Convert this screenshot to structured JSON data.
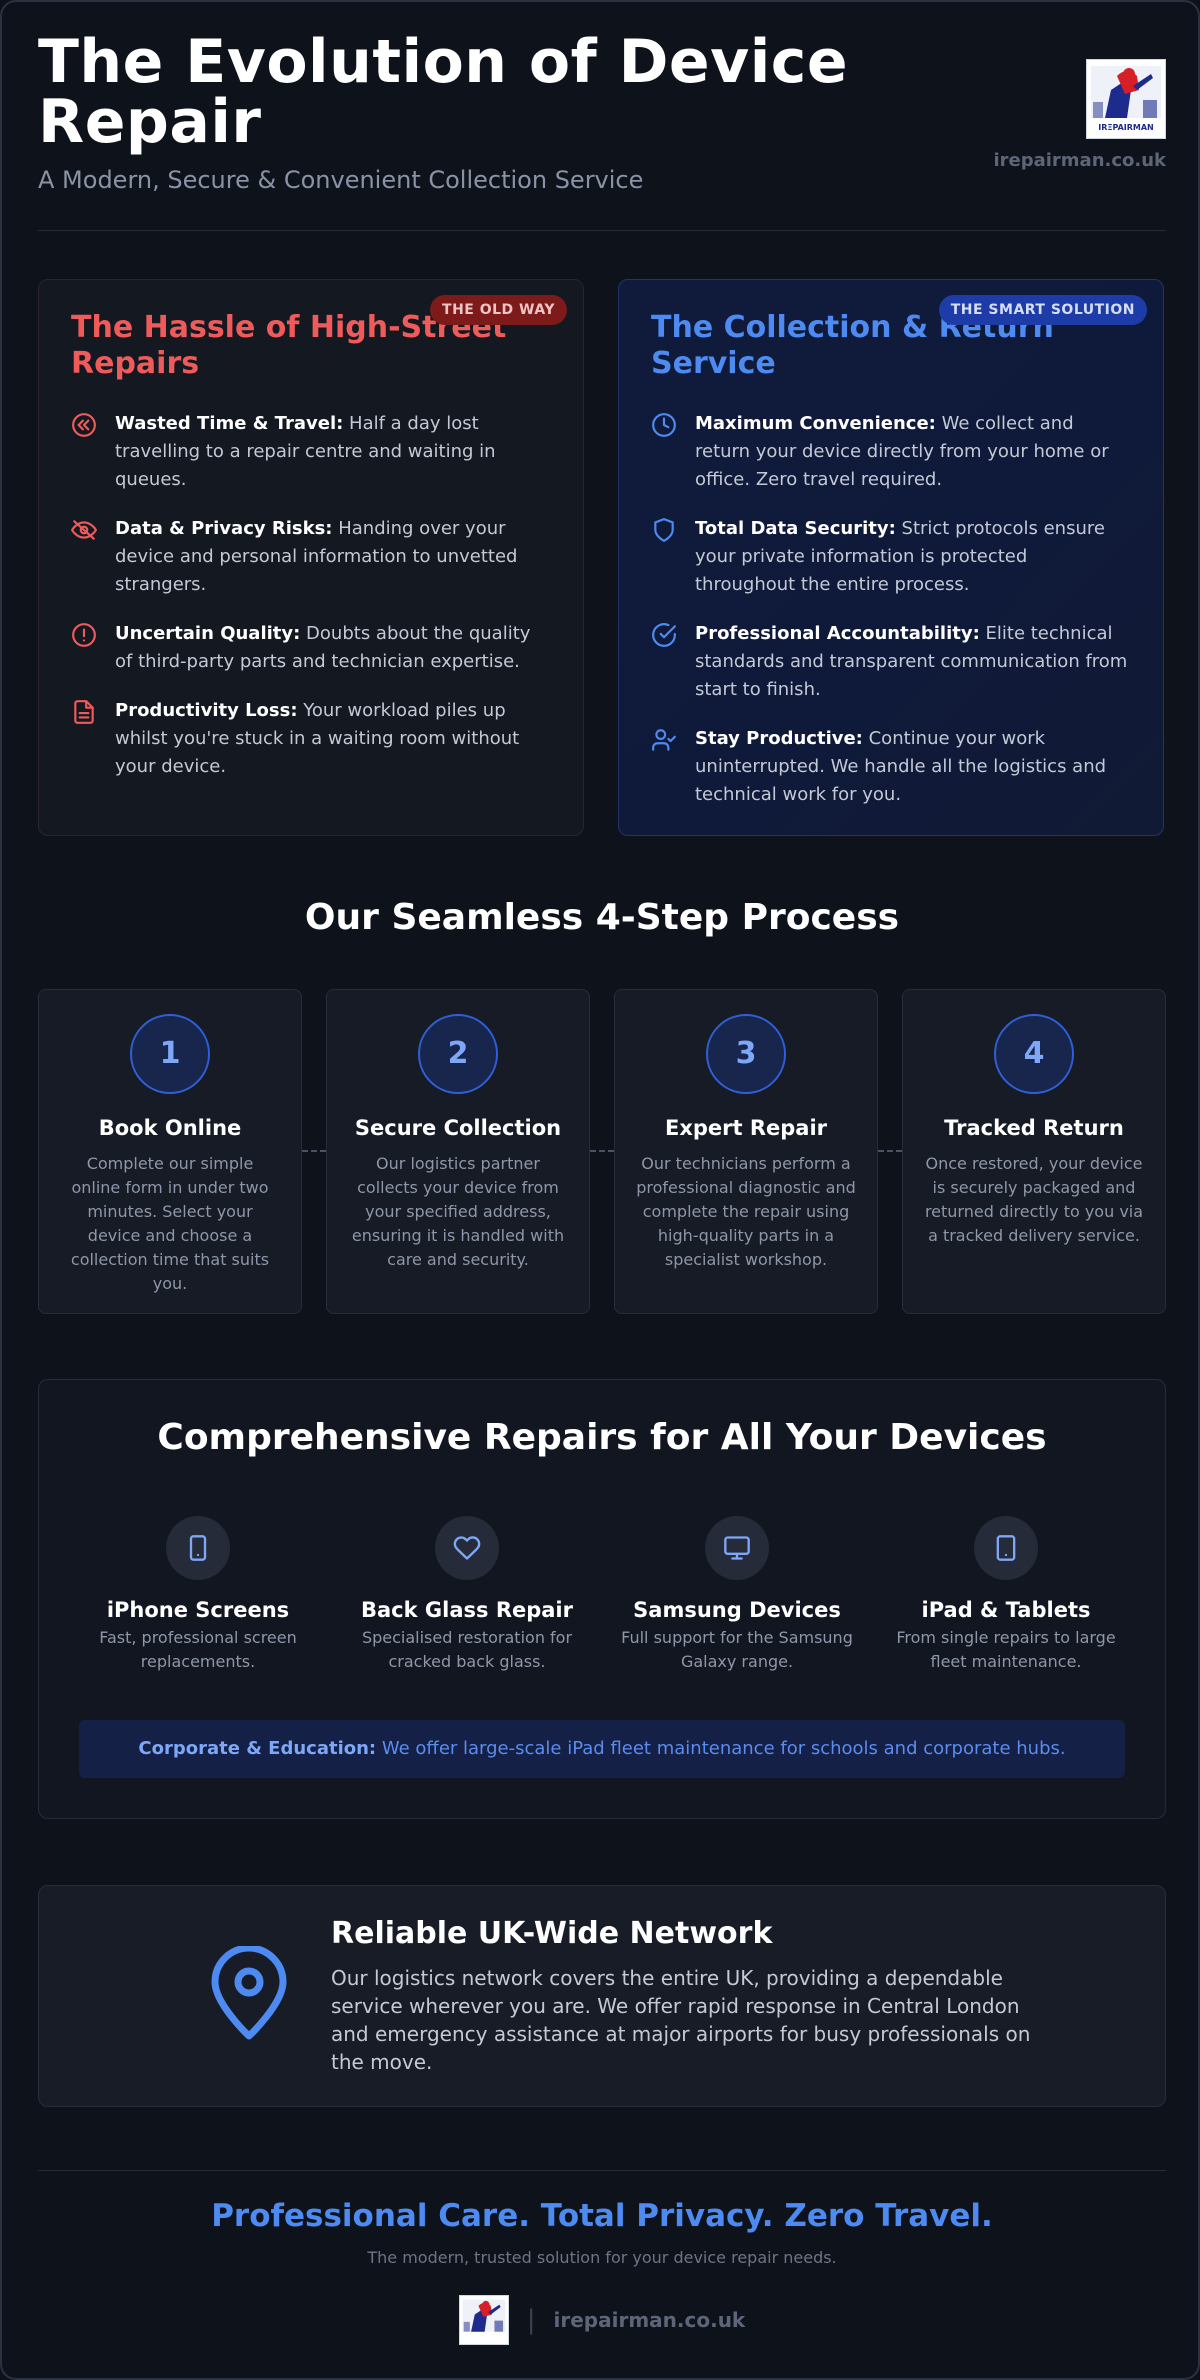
{
  "header": {
    "title": "The Evolution of Device Repair",
    "subtitle": "A Modern, Secure & Convenient Collection Service",
    "logo_text": "IRΞPAIRMAN",
    "domain": "irepairman.co.uk"
  },
  "old_card": {
    "badge": "THE OLD WAY",
    "title": "The Hassle of High-Street Repairs",
    "items": [
      {
        "icon": "rewind-icon",
        "bold": "Wasted Time & Travel:",
        "text": " Half a day lost travelling to a repair centre and waiting in queues."
      },
      {
        "icon": "eye-off-icon",
        "bold": "Data & Privacy Risks:",
        "text": " Handing over your device and personal information to unvetted strangers."
      },
      {
        "icon": "alert-circle-icon",
        "bold": "Uncertain Quality:",
        "text": " Doubts about the quality of third-party parts and technician expertise."
      },
      {
        "icon": "document-icon",
        "bold": "Productivity Loss:",
        "text": " Your workload piles up whilst you're stuck in a waiting room without your device."
      }
    ]
  },
  "new_card": {
    "badge": "THE SMART SOLUTION",
    "title": "The Collection & Return Service",
    "items": [
      {
        "icon": "clock-icon",
        "bold": "Maximum Convenience:",
        "text": " We collect and return your device directly from your home or office. Zero travel required."
      },
      {
        "icon": "shield-icon",
        "bold": "Total Data Security:",
        "text": " Strict protocols ensure your private information is protected throughout the entire process."
      },
      {
        "icon": "check-circle-icon",
        "bold": "Professional Accountability:",
        "text": " Elite technical standards and transparent communication from start to finish."
      },
      {
        "icon": "user-check-icon",
        "bold": "Stay Productive:",
        "text": " Continue your work uninterrupted. We handle all the logistics and technical work for you."
      }
    ]
  },
  "process": {
    "title": "Our Seamless 4-Step Process",
    "steps": [
      {
        "num": "1",
        "title": "Book Online",
        "desc": "Complete our simple online form in under two minutes. Select your device and choose a collection time that suits you."
      },
      {
        "num": "2",
        "title": "Secure Collection",
        "desc": "Our logistics partner collects your device from your specified address, ensuring it is handled with care and security."
      },
      {
        "num": "3",
        "title": "Expert Repair",
        "desc": "Our technicians perform a professional diagnostic and complete the repair using high-quality parts in a specialist workshop."
      },
      {
        "num": "4",
        "title": "Tracked Return",
        "desc": "Once restored, your device is securely packaged and returned directly to you via a tracked delivery service."
      }
    ]
  },
  "devices": {
    "title": "Comprehensive Repairs for All Your Devices",
    "items": [
      {
        "icon": "phone-icon",
        "title": "iPhone Screens",
        "desc": "Fast, professional screen replacements."
      },
      {
        "icon": "heart-icon",
        "title": "Back Glass Repair",
        "desc": "Specialised restoration for cracked back glass."
      },
      {
        "icon": "monitor-icon",
        "title": "Samsung Devices",
        "desc": "Full support for the Samsung Galaxy range."
      },
      {
        "icon": "tablet-icon",
        "title": "iPad & Tablets",
        "desc": "From single repairs to large fleet maintenance."
      }
    ],
    "corporate_bold": "Corporate & Education:",
    "corporate_text": " We offer large-scale iPad fleet maintenance for schools and corporate hubs."
  },
  "network": {
    "title": "Reliable UK-Wide Network",
    "desc": "Our logistics network covers the entire UK, providing a dependable service wherever you are. We offer rapid response in Central London and emergency assistance at major airports for busy professionals on the move."
  },
  "footer": {
    "tagline": "Professional Care. Total Privacy. Zero Travel.",
    "sub": "The modern, trusted solution for your device repair needs.",
    "separator": "|",
    "domain": "irepairman.co.uk"
  },
  "colors": {
    "old_accent": "#ef5a5a",
    "new_accent": "#4d8bf2",
    "background": "#0e121b"
  }
}
